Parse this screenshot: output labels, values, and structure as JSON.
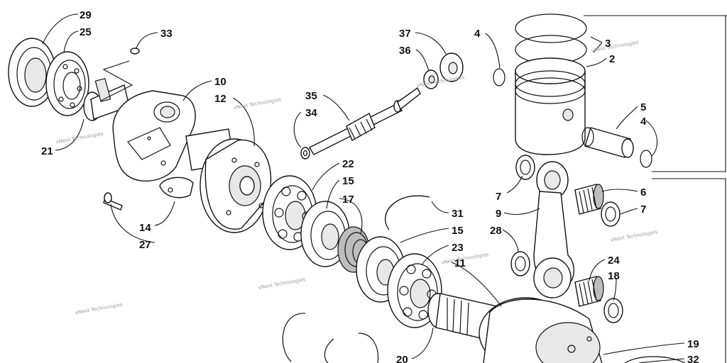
{
  "diagram": {
    "callouts": [
      {
        "id": "c29",
        "text": "29"
      },
      {
        "id": "c25",
        "text": "25"
      },
      {
        "id": "c33",
        "text": "33"
      },
      {
        "id": "c37",
        "text": "37"
      },
      {
        "id": "c36",
        "text": "36"
      },
      {
        "id": "c4a",
        "text": "4"
      },
      {
        "id": "c3",
        "text": "3"
      },
      {
        "id": "c2",
        "text": "2"
      },
      {
        "id": "c10",
        "text": "10"
      },
      {
        "id": "c12",
        "text": "12"
      },
      {
        "id": "c35",
        "text": "35"
      },
      {
        "id": "c34",
        "text": "34"
      },
      {
        "id": "c5",
        "text": "5"
      },
      {
        "id": "c4b",
        "text": "4"
      },
      {
        "id": "c21",
        "text": "21"
      },
      {
        "id": "c22",
        "text": "22"
      },
      {
        "id": "c15a",
        "text": "15"
      },
      {
        "id": "c7a",
        "text": "7"
      },
      {
        "id": "c6",
        "text": "6"
      },
      {
        "id": "c17",
        "text": "17"
      },
      {
        "id": "c7b",
        "text": "7"
      },
      {
        "id": "c9",
        "text": "9"
      },
      {
        "id": "c31",
        "text": "31"
      },
      {
        "id": "c14",
        "text": "14"
      },
      {
        "id": "c15b",
        "text": "15"
      },
      {
        "id": "c28",
        "text": "28"
      },
      {
        "id": "c27",
        "text": "27"
      },
      {
        "id": "c23",
        "text": "23"
      },
      {
        "id": "c11",
        "text": "11"
      },
      {
        "id": "c24",
        "text": "24"
      },
      {
        "id": "c18",
        "text": "18"
      },
      {
        "id": "c19",
        "text": "19"
      },
      {
        "id": "c20",
        "text": "20"
      },
      {
        "id": "c32",
        "text": "32"
      }
    ],
    "watermark": "vNext Technologies"
  }
}
